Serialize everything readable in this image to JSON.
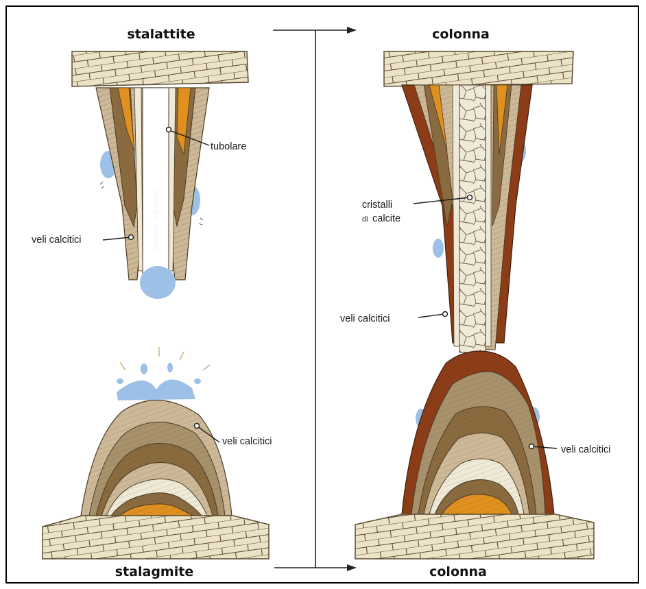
{
  "titles": {
    "stalattite": "stalattite",
    "stalagmite": "stalagmite",
    "colonna_top": "colonna",
    "colonna_bottom": "colonna"
  },
  "labels": {
    "tubolare": "tubolare",
    "canale_interno": "canale interno",
    "veli_stalattite": "veli calcitici",
    "veli_stalagmite": "veli calcitici",
    "cristalli_line1": "cristalli",
    "cristalli_line2_a": "di",
    "cristalli_line2_b": "calcite",
    "veli_colonna_upper": "veli calcitici",
    "veli_colonna_lower": "veli calcitici"
  },
  "colors": {
    "rock_fill": "#ece3c6",
    "rock_line": "#5a4a35",
    "layer_light": "#cdb998",
    "layer_mid": "#a8926c",
    "layer_brown": "#8a6a3f",
    "layer_orange": "#e0901e",
    "layer_rust": "#8c3d17",
    "layer_pale": "#efe9d8",
    "water": "#9cc0e6"
  }
}
